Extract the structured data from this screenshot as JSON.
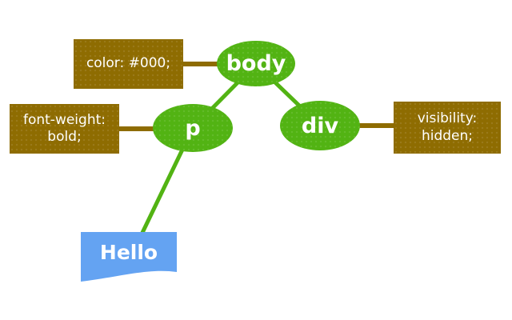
{
  "diagram": {
    "type": "css-inheritance-tree",
    "background": "#ffffff",
    "colors": {
      "node_fill": "#52b313",
      "rule_fill": "#8e6c01",
      "text_fill": "#64a3f2",
      "label_text": "#ffffff"
    },
    "nodes": [
      {
        "id": "body",
        "label": "body"
      },
      {
        "id": "p",
        "label": "p"
      },
      {
        "id": "div",
        "label": "div"
      }
    ],
    "rules": [
      {
        "id": "color-rule",
        "target": "body",
        "line1": "color: #000;",
        "line2": ""
      },
      {
        "id": "font-weight-rule",
        "target": "p",
        "line1": "font-weight:",
        "line2": "bold;"
      },
      {
        "id": "visibility-rule",
        "target": "div",
        "line1": "visibility:",
        "line2": "hidden;"
      }
    ],
    "text_node": {
      "label": "Hello",
      "parent": "p"
    },
    "edges": [
      {
        "from": "body",
        "to": "p",
        "color": "green"
      },
      {
        "from": "body",
        "to": "div",
        "color": "green"
      },
      {
        "from": "p",
        "to": "Hello",
        "color": "green"
      },
      {
        "from": "color-rule",
        "to": "body",
        "color": "brown"
      },
      {
        "from": "font-weight-rule",
        "to": "p",
        "color": "brown"
      },
      {
        "from": "visibility-rule",
        "to": "div",
        "color": "brown"
      }
    ]
  }
}
